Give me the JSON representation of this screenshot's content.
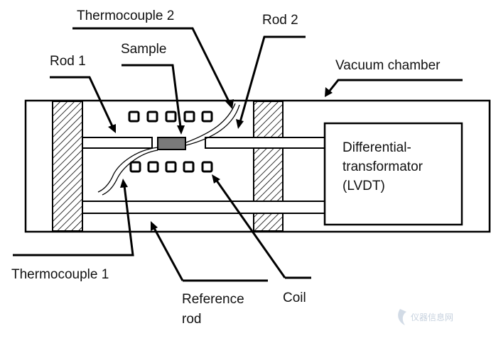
{
  "labels": {
    "thermocouple2": "Thermocouple 2",
    "rod2": "Rod 2",
    "sample": "Sample",
    "rod1": "Rod 1",
    "vacuum_chamber": "Vacuum chamber",
    "lvdt_line1": "Differential-",
    "lvdt_line2": "transformator",
    "lvdt_line3": "(LVDT)",
    "thermocouple1": "Thermocouple 1",
    "reference_rod_line1": "Reference",
    "reference_rod_line2": "rod",
    "coil": "Coil"
  },
  "watermark": "仪器信息网",
  "colors": {
    "line": "#000000",
    "sample_fill": "#7a7a7a",
    "watermark": "#b9c6d6"
  }
}
